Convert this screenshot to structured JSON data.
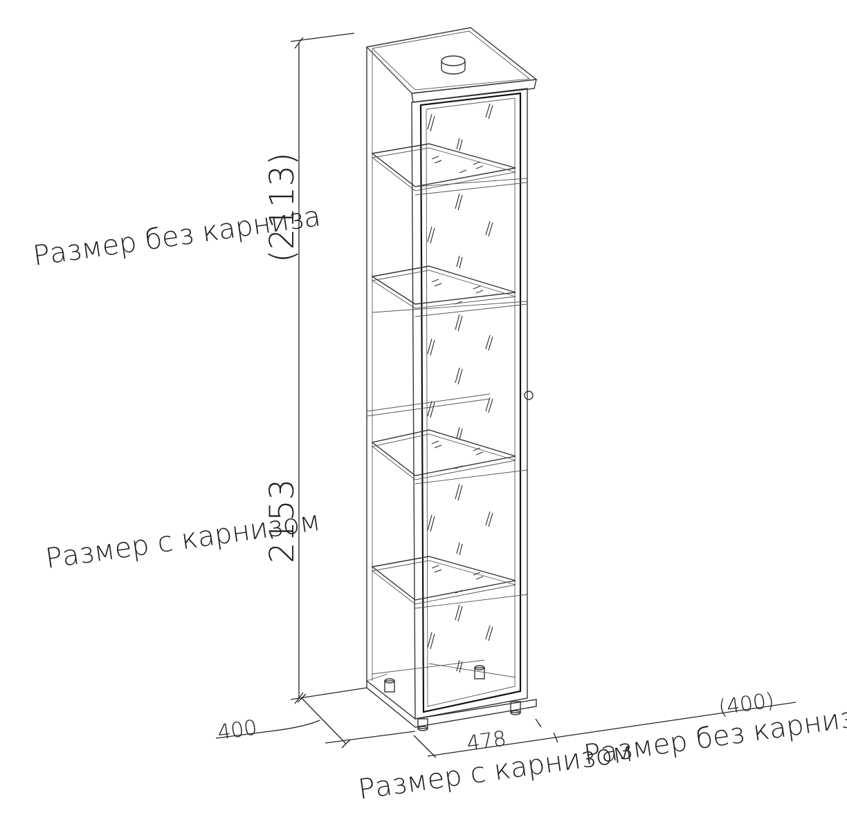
{
  "labels": {
    "height_no_cornice_label": "Размер без карниза",
    "height_no_cornice_value": "(2113)",
    "height_with_cornice_label": "Размер с карнизом",
    "height_with_cornice_value": "2153",
    "depth_value": "400",
    "width_with_cornice_value": "478",
    "width_with_cornice_label": "Размер с карнизом",
    "width_no_cornice_value": "(400)",
    "width_no_cornice_label": "Размер без карниза"
  },
  "colors": {
    "line": "#333333",
    "background": "#ffffff"
  }
}
